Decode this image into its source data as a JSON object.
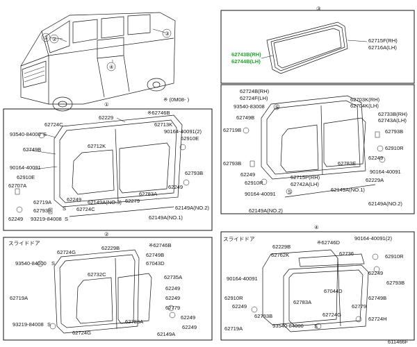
{
  "diagram_id": "611466F",
  "note": "※ (0M08-   )",
  "van_callouts": [
    "①",
    "②",
    "③",
    "④"
  ],
  "panel1": {
    "number": "①",
    "labels": [
      "62229",
      "※62746B",
      "62724C",
      "62713K",
      "93540-84000",
      "90164-40091(2)",
      "62910E",
      "62749B",
      "62712K",
      "90164-40091",
      "62910E",
      "62707A",
      "62793B",
      "62719A",
      "62793B",
      "62783A",
      "62249",
      "62279",
      "62149A(NO.2)",
      "62149A(NO.3)",
      "62724C",
      "62249",
      "93219-84008",
      "62149A(NO.1)",
      "62249"
    ],
    "screws": [
      "S",
      "S",
      "S"
    ]
  },
  "panel2": {
    "number": "②",
    "heading": "スライドドア",
    "labels": [
      "62724G",
      "62229B",
      "※62746B",
      "62749B",
      "67043D",
      "93540-84000",
      "62732C",
      "62735A",
      "62249",
      "62719A",
      "62249",
      "62779",
      "93219-84008",
      "62783A",
      "62249",
      "62724G",
      "62249",
      "62149A"
    ],
    "screws": [
      "S",
      "S"
    ]
  },
  "panel3": {
    "number": "③",
    "labels": [
      "62743B(RH)",
      "62744B(LH)",
      "62715F(RH)",
      "62716A(LH)"
    ]
  },
  "panel_rear": {
    "labels": [
      "62724B(RH)",
      "62724F(LH)",
      "62703K(RH)",
      "62704K(LH)",
      "93540-83008",
      "62749B",
      "62733B(RH)",
      "62743A(LH)",
      "62793B",
      "62719B",
      "62910R",
      "62249",
      "62793B",
      "62783E",
      "90164-40091",
      "62249",
      "62229A",
      "62910R",
      "62715P(RH)",
      "62742A(LH)",
      "62149A(NO.1)",
      "90164-40091",
      "62149A(NO.2)",
      "62149A(NO.2)"
    ],
    "screws": [
      "S",
      "S"
    ]
  },
  "panel4": {
    "number": "④",
    "heading": "スライドドア",
    "labels": [
      "62229B",
      "※62746D",
      "90164-40091(2)",
      "62762K",
      "62736",
      "62910R",
      "90164-40091",
      "62249",
      "62793B",
      "62910R",
      "67044D",
      "62749B",
      "62249",
      "62793B",
      "62783A",
      "62779",
      "62719A",
      "93540-84000",
      "62724G",
      "62724H"
    ],
    "screws": [
      "S"
    ]
  }
}
